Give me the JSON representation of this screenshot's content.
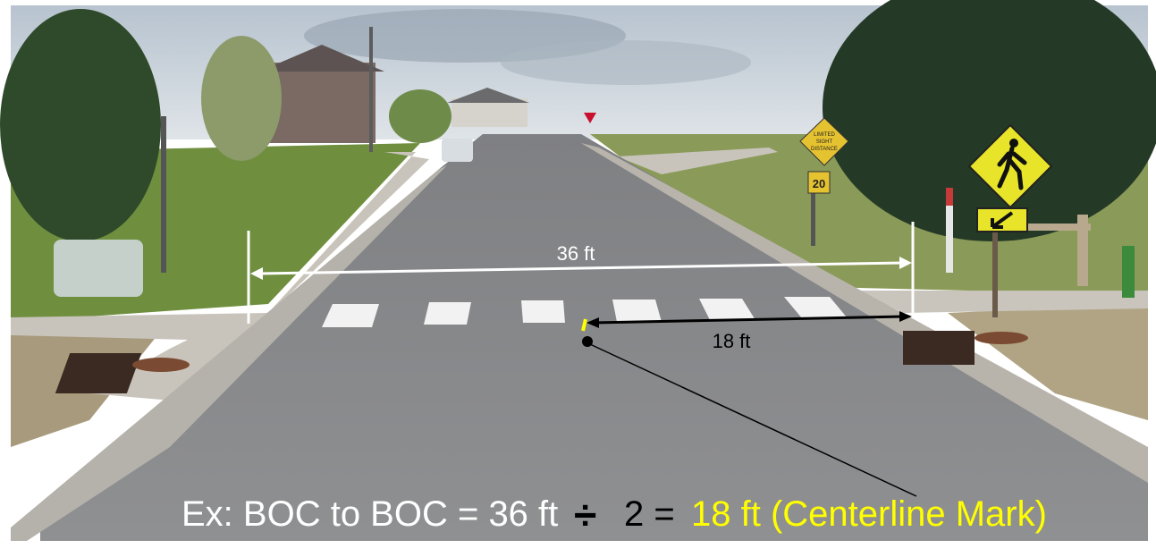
{
  "measurements": {
    "full_width_label": "36 ft",
    "half_width_label": "18 ft"
  },
  "signs": {
    "speed_limit": "20",
    "warning_line1": "LIMITED",
    "warning_line2": "SIGHT",
    "warning_line3": "DISTANCE"
  },
  "caption": {
    "prefix": "Ex: BOC to BOC = 36 ft",
    "divide_symbol": "÷",
    "middle": "2 =",
    "highlight": "18 ft (Centerline Mark)"
  },
  "colors": {
    "sky": "#c9d3dc",
    "asphalt": "#8b8c8e",
    "grass": "#7e9a4c",
    "crosswalk": "#f2f2f2",
    "highlight_text": "#ffff00",
    "caption_text": "#ffffff",
    "dimension_white": "#ffffff",
    "dimension_black": "#000000",
    "sign_yellow": "#e7e42a"
  },
  "icons": [
    "pedestrian-crossing-sign",
    "arrow-down-left-sign",
    "speed-limit-sign",
    "yield-sign",
    "storm-drain-grate"
  ]
}
